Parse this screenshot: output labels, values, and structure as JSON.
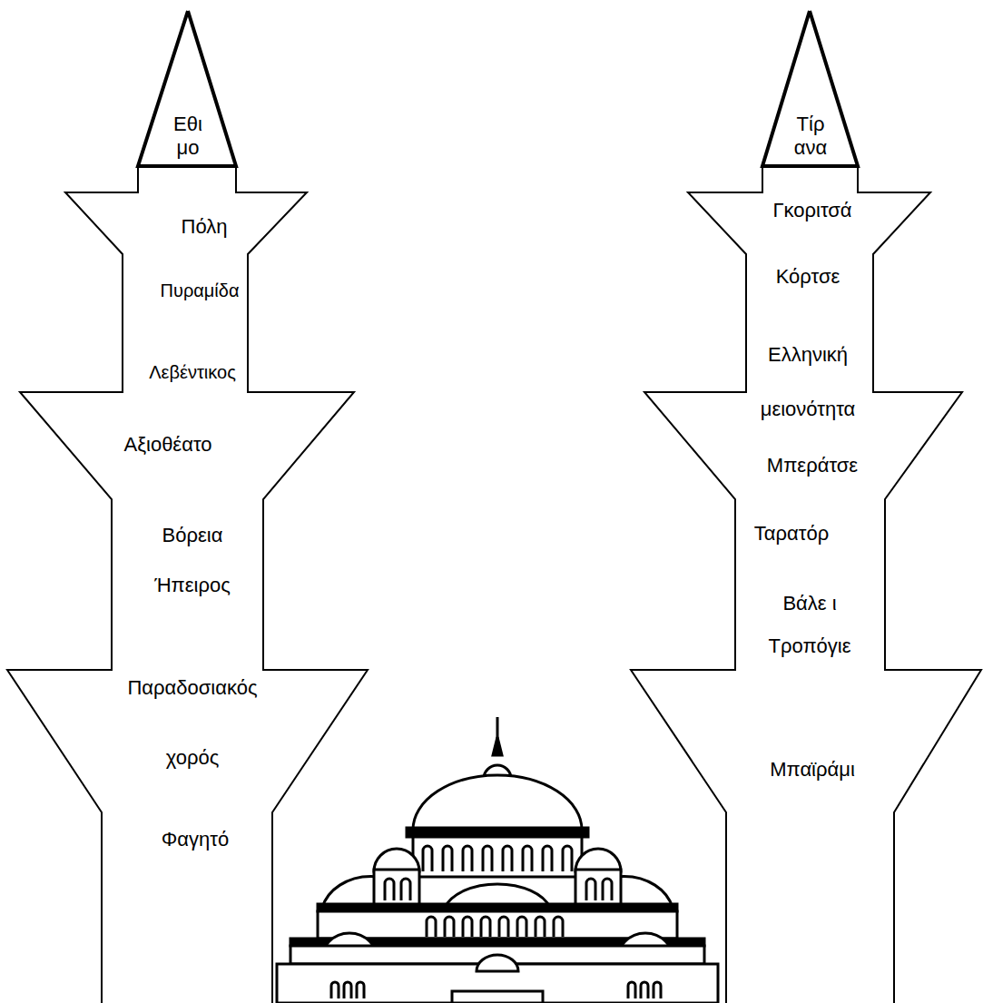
{
  "diagram": {
    "nodes": [
      {
        "text": [
          "Εθιμο"
        ]
      },
      {
        "text": [
          "Πόλη",
          "Πυραμίδα",
          "Λεβέντικος",
          "Αξιοθέατο",
          "Βόρεια Ήπειρος",
          "Παραδοσιακός χορός",
          "Φαγητό"
        ]
      },
      {
        "text": [
          "Τίρανα"
        ]
      },
      {
        "text": [
          "Γκοριτσά",
          "Κόρτσε",
          "Ελληνική μειονότητα",
          "Μπεράτσε",
          "Ταρατόρ",
          "Βάλε ι Τροπόγιε",
          "Μπαϊράμι"
        ]
      }
    ]
  }
}
